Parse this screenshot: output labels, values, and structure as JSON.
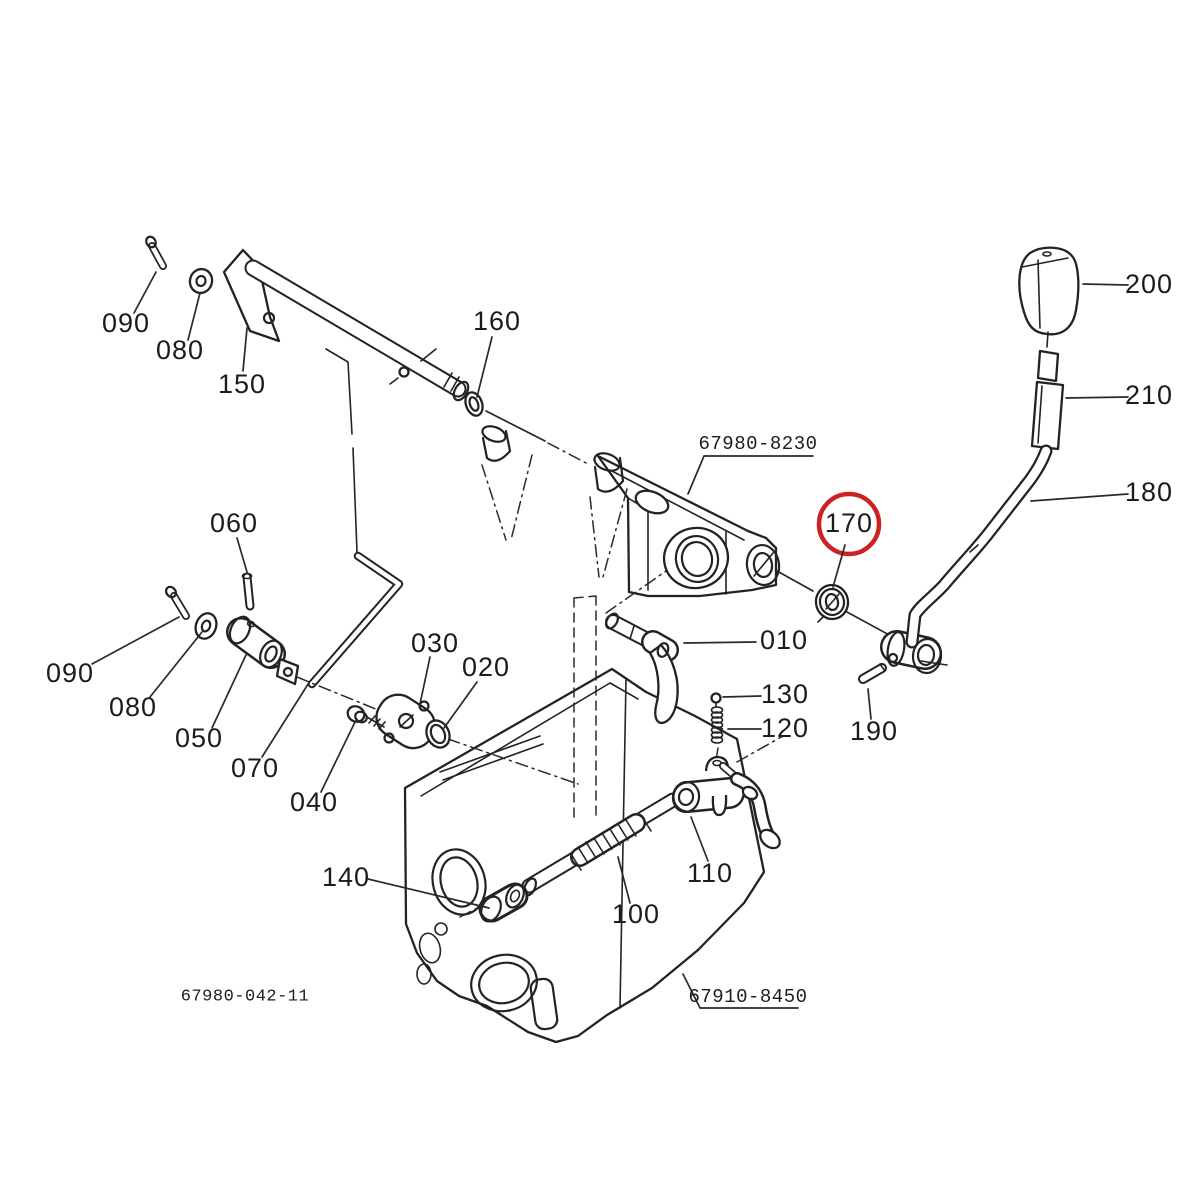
{
  "diagram": {
    "type": "exploded-parts-diagram",
    "drawing_number": "67980-042-11",
    "housing_ref": "67980-8230",
    "case_ref": "67910-8450",
    "highlighted_callout": "170",
    "highlight_color": "#cc2222",
    "line_color": "#232323",
    "callouts": [
      {
        "ref": "090"
      },
      {
        "ref": "080"
      },
      {
        "ref": "150"
      },
      {
        "ref": "160"
      },
      {
        "ref": "060"
      },
      {
        "ref": "090"
      },
      {
        "ref": "080"
      },
      {
        "ref": "050"
      },
      {
        "ref": "070"
      },
      {
        "ref": "030"
      },
      {
        "ref": "020"
      },
      {
        "ref": "040"
      },
      {
        "ref": "140"
      },
      {
        "ref": "100"
      },
      {
        "ref": "110"
      },
      {
        "ref": "010"
      },
      {
        "ref": "130"
      },
      {
        "ref": "120"
      },
      {
        "ref": "170"
      },
      {
        "ref": "190"
      },
      {
        "ref": "180"
      },
      {
        "ref": "210"
      },
      {
        "ref": "200"
      }
    ]
  }
}
